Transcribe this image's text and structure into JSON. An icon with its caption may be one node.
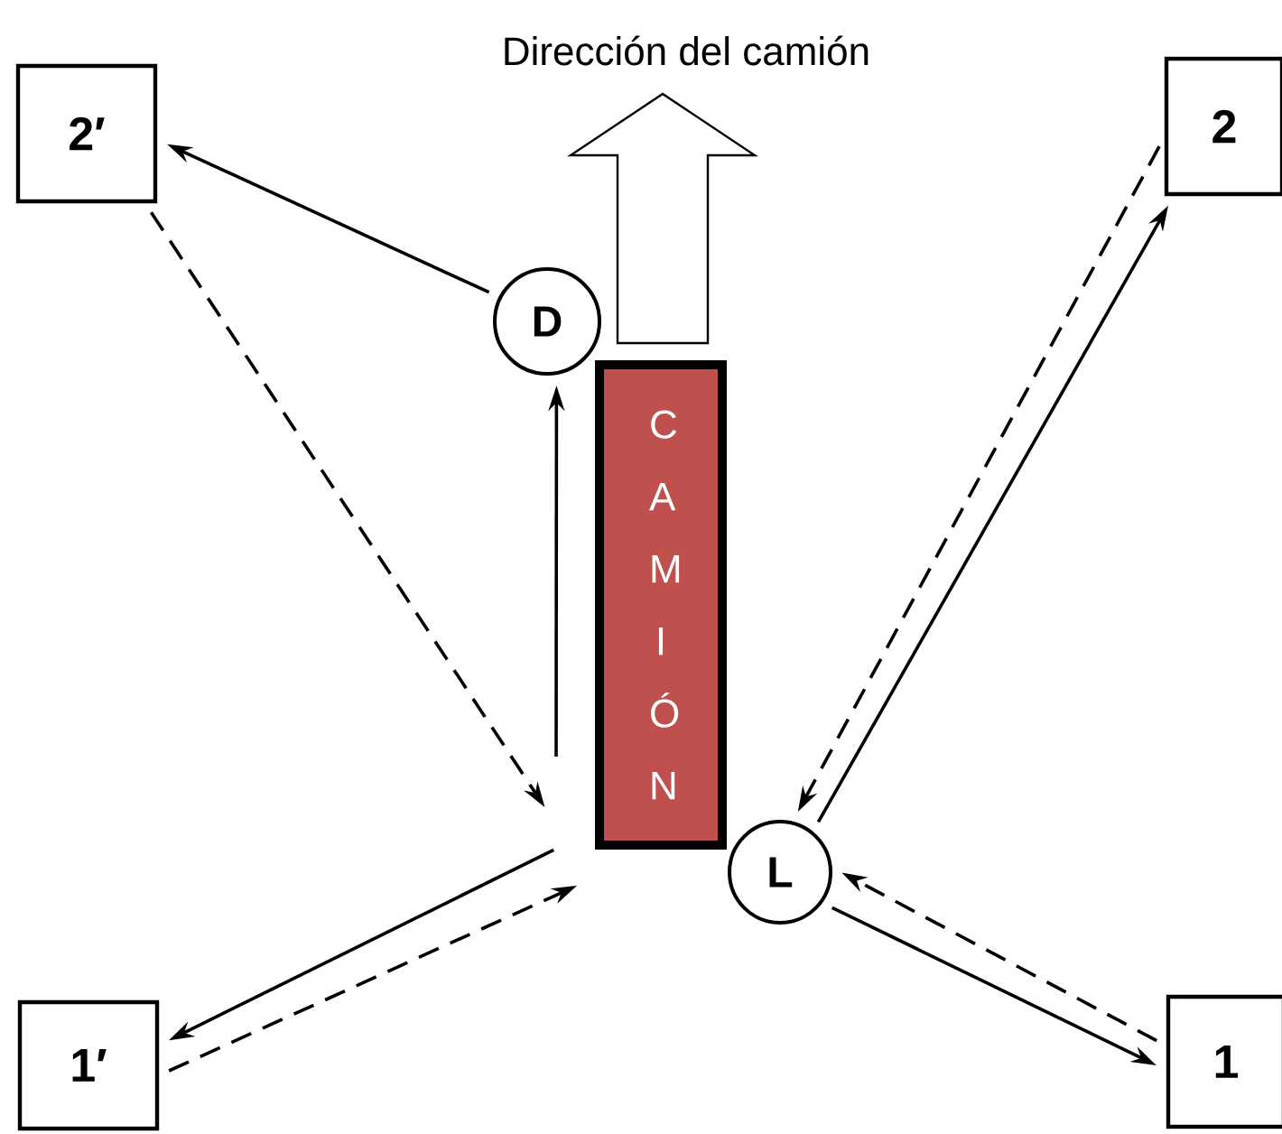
{
  "diagram": {
    "nodes": [
      {
        "text": [
          "2′"
        ]
      },
      {
        "text": [
          "2"
        ]
      },
      {
        "text": [
          "D"
        ]
      },
      {
        "text": [
          "CAMIÓN"
        ]
      },
      {
        "text": [
          "L"
        ]
      },
      {
        "text": [
          "1′"
        ]
      },
      {
        "text": [
          "1"
        ]
      }
    ],
    "edges": [
      {
        "from": 0,
        "to": null,
        "arrow": "to",
        "style": "dashed"
      },
      {
        "from": null,
        "to": 2,
        "arrow": "to"
      },
      {
        "from": 2,
        "to": 0,
        "arrow": "to"
      },
      {
        "from": null,
        "to": 5,
        "arrow": "to"
      },
      {
        "from": 5,
        "to": null,
        "arrow": "to",
        "style": "dashed"
      },
      {
        "from": 4,
        "to": 1,
        "arrow": "to"
      },
      {
        "from": 1,
        "to": 4,
        "arrow": "to",
        "style": "dashed"
      },
      {
        "from": 4,
        "to": 6,
        "arrow": "to"
      },
      {
        "from": 6,
        "to": 4,
        "arrow": "to",
        "style": "dashed"
      }
    ],
    "labels": [
      "Dirección del camión"
    ]
  }
}
